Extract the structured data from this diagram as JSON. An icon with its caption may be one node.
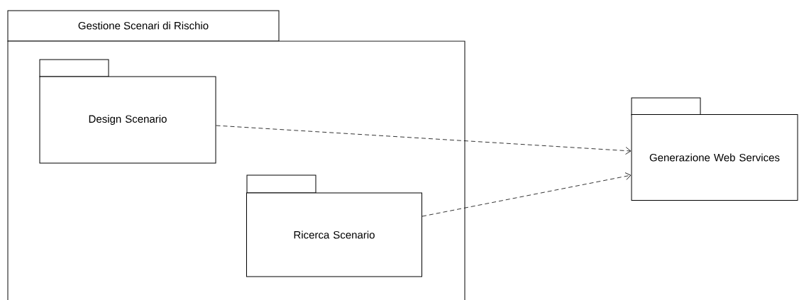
{
  "diagram": {
    "nodes": [
      {
        "text": [
          "Gestione Scenari di Rischio"
        ]
      },
      {
        "text": [
          "Design Scenario"
        ],
        "in": 0
      },
      {
        "text": [
          "Ricerca Scenario"
        ],
        "in": 0
      },
      {
        "text": [
          "Generazione Web Services"
        ]
      }
    ],
    "edges": [
      {
        "from": 1,
        "to": 3,
        "arrow": "to",
        "style": "dashed"
      },
      {
        "from": 2,
        "to": 3,
        "arrow": "to",
        "style": "dashed"
      }
    ]
  }
}
